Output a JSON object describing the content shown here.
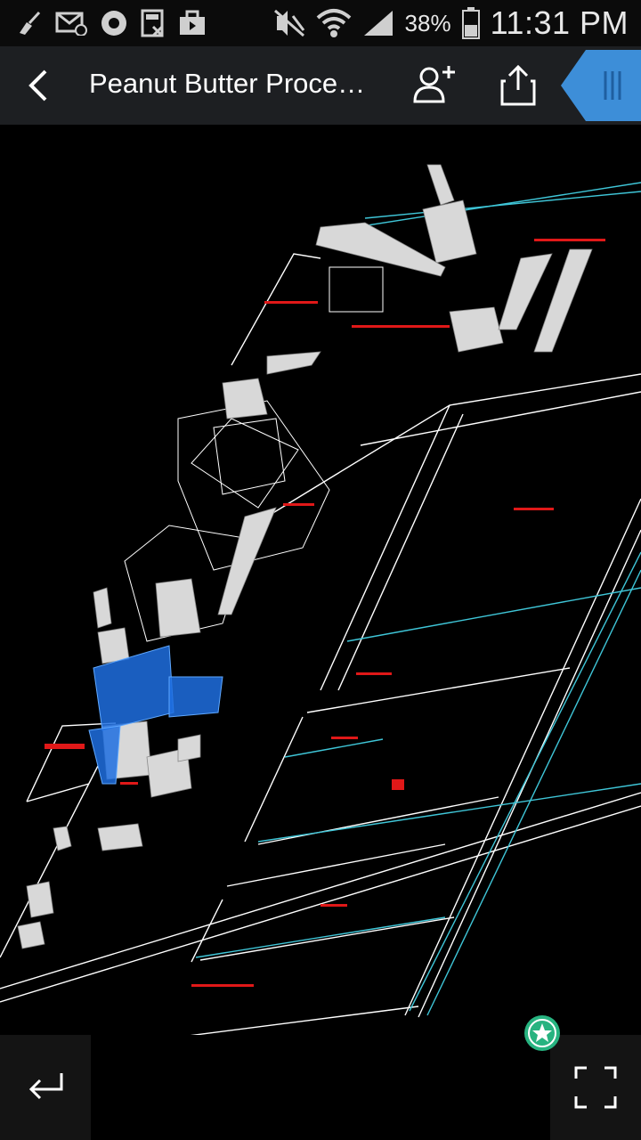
{
  "status_bar": {
    "battery_percent": "38%",
    "time": "11:31 PM",
    "left_icons": [
      "broom-icon",
      "email-icon",
      "record-icon",
      "calculator-icon",
      "briefcase-icon"
    ],
    "right_icons": [
      "mute-icon",
      "wifi-icon",
      "signal-icon",
      "battery-icon"
    ]
  },
  "toolbar": {
    "title": "Peanut Butter Proce…",
    "back_icon": "chevron-left-icon",
    "add_user_icon": "add-person-icon",
    "share_icon": "share-icon",
    "drawer_icon": "drawer-handle-icon",
    "colors": {
      "background": "#1d1f22",
      "drawer_tab": "#3d8ed8"
    }
  },
  "drawing": {
    "colors": {
      "background": "#000000",
      "lines": "#ffffff",
      "cyan_lines": "#3fc6d8",
      "labels": "#e01818",
      "highlight": "#1f6fe0",
      "equipment": "#d8d8d8"
    }
  },
  "bottom_bar": {
    "back_icon": "return-arrow-icon",
    "fullscreen_icon": "fullscreen-icon",
    "favorite_icon": "star-badge-icon",
    "favorite_color": "#27b380"
  }
}
